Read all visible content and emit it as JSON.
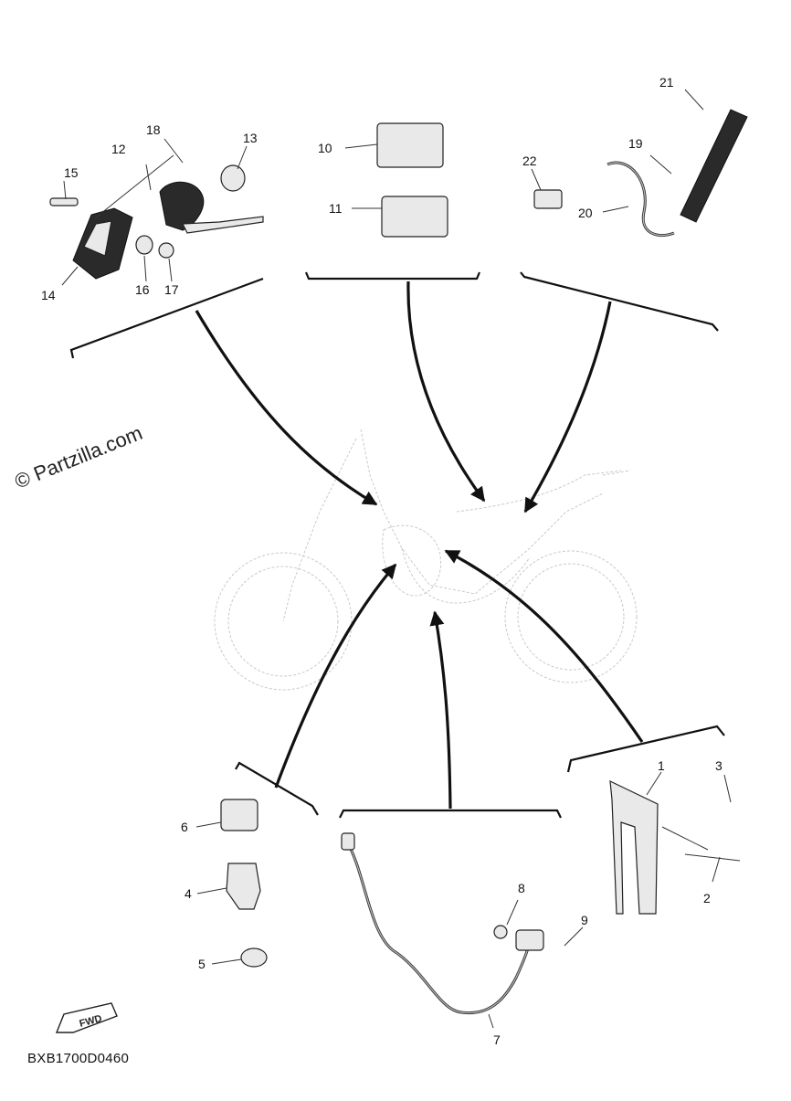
{
  "watermark": "© Partzilla.com",
  "diagram_code": "BXB1700D0460",
  "fwd_badge": "FWD",
  "callouts": [
    "1",
    "2",
    "3",
    "4",
    "5",
    "6",
    "7",
    "8",
    "9",
    "10",
    "11",
    "12",
    "13",
    "14",
    "15",
    "16",
    "17",
    "18",
    "19",
    "20",
    "21",
    "22"
  ]
}
